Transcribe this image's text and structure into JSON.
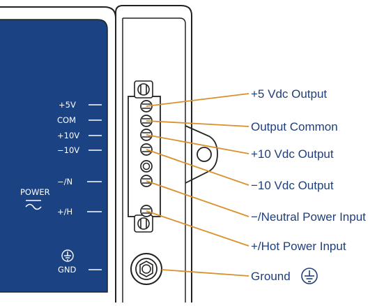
{
  "panel_labels": {
    "plus_5v": "+5V",
    "com": "COM",
    "plus_10v": "+10V",
    "minus_10v": "−10V",
    "power": "POWER",
    "power_symbol": "~",
    "neutral": "−/N",
    "hot": "+/H",
    "gnd": "GND"
  },
  "callouts": [
    {
      "label": "+5 Vdc Output"
    },
    {
      "label": "Output Common"
    },
    {
      "label": "+10 Vdc Output"
    },
    {
      "label": "−10 Vdc Output"
    },
    {
      "label": "−/Neutral Power Input"
    },
    {
      "label": "+/Hot Power Input"
    },
    {
      "label": "Ground"
    }
  ],
  "colors": {
    "panel_blue": "#1b4283",
    "leader_orange": "#d9902c",
    "callout_text": "#1f3f7a",
    "outline": "#222222"
  },
  "icons": {
    "ground": "ground-symbol-icon",
    "screw": "terminal-screw-icon"
  }
}
